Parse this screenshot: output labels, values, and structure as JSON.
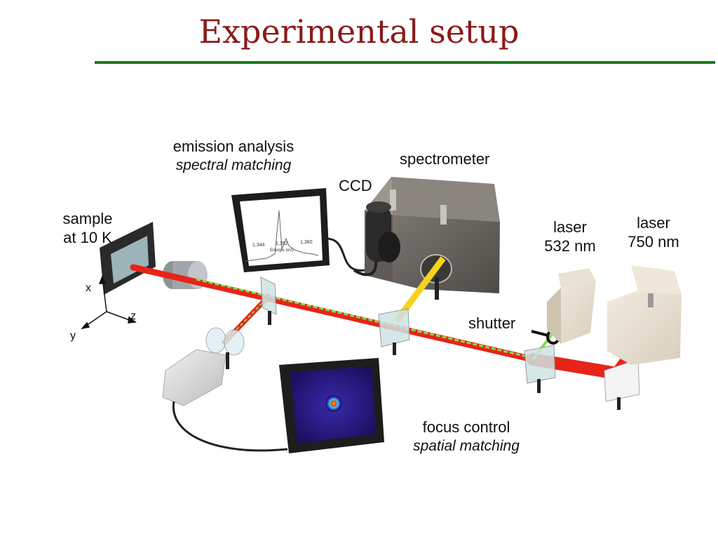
{
  "title": "Experimental setup",
  "labels": {
    "emission_analysis": "emission analysis",
    "spectral_matching": "spectral matching",
    "spectrometer": "spectrometer",
    "ccd": "CCD",
    "sample": "sample",
    "sample_temp": "at 10 K",
    "laser_532": "laser",
    "laser_532_wl": "532 nm",
    "laser_750": "laser",
    "laser_750_wl": "750 nm",
    "shutter": "shutter",
    "focus_control": "focus control",
    "spatial_matching": "spatial matching"
  },
  "axes": {
    "x": "x",
    "y": "y",
    "z": "z"
  },
  "spectrum_monitor": {
    "xlabel": "Energie (eV)",
    "ticks": [
      "1,344",
      "1,352",
      "1,360"
    ]
  },
  "colors": {
    "title": "#8b1a1a",
    "rule": "#1f7a1f",
    "beam_red": "#e8231a",
    "beam_green": "#7ee04a",
    "beam_yellow": "#f5d21e"
  }
}
